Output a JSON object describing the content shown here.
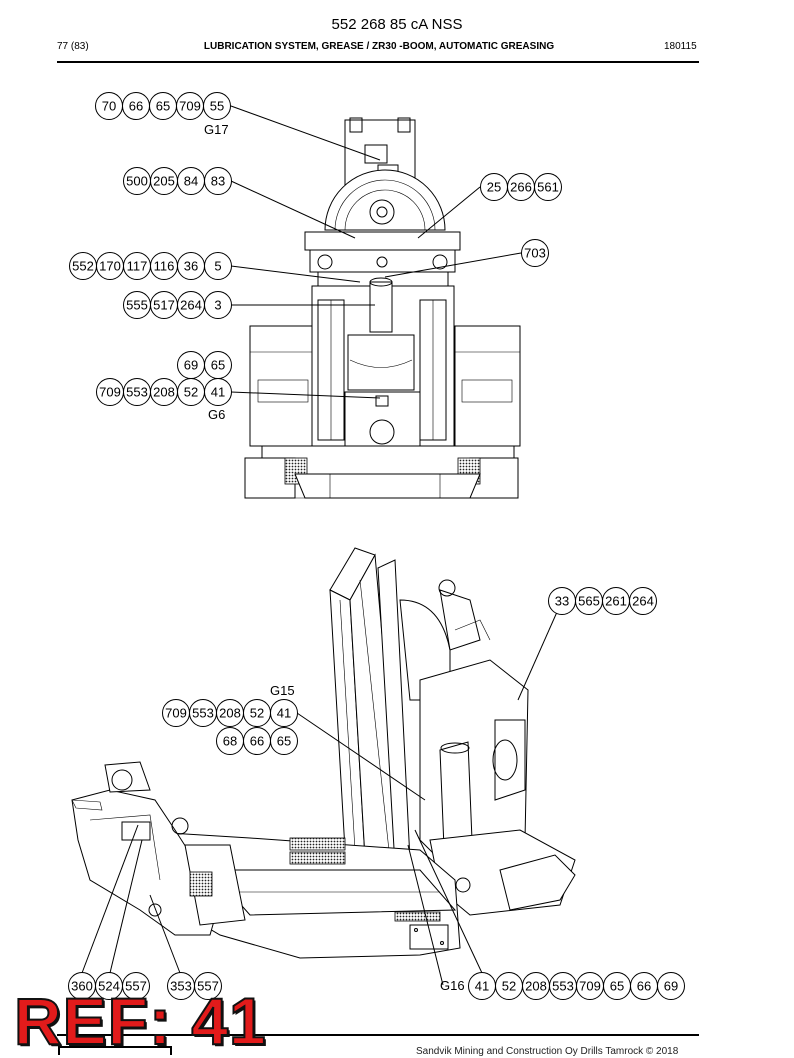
{
  "header": {
    "doc_title": "552 268 85 cA NSS",
    "page": "77 (83)",
    "section": "LUBRICATION SYSTEM, GREASE / ZR30 -BOOM, AUTOMATIC GREASING",
    "date": "180115"
  },
  "ref_mark": "REF: 41",
  "footer": {
    "copyright": "Sandvik Mining and Construction Oy Drills Tamrock © 2018"
  },
  "callouts": {
    "g17": [
      "70",
      "66",
      "65",
      "709",
      "55"
    ],
    "g17_label": "G17",
    "grp_83": [
      "500",
      "205",
      "84",
      "83"
    ],
    "grp_561": [
      "25",
      "266",
      "561"
    ],
    "grp_703": [
      "703"
    ],
    "grp_5": [
      "552",
      "170",
      "117",
      "116",
      "36",
      "5"
    ],
    "grp_3": [
      "555",
      "517",
      "264",
      "3"
    ],
    "grp_65": [
      "69",
      "65"
    ],
    "g6": [
      "709",
      "553",
      "208",
      "52",
      "41"
    ],
    "g6_label": "G6",
    "grp_264": [
      "33",
      "565",
      "261",
      "264"
    ],
    "g15_label": "G15",
    "g15": [
      "709",
      "553",
      "208",
      "52",
      "41"
    ],
    "grp_68": [
      "68",
      "66",
      "65"
    ],
    "grp_557a": [
      "360",
      "524",
      "557"
    ],
    "grp_557b": [
      "353",
      "557"
    ],
    "g16_label": "G16",
    "g16": [
      "41",
      "52",
      "208",
      "553",
      "709",
      "65",
      "66",
      "69"
    ]
  },
  "icons": {
    "top_drawing": "rear-view-boom-drawing-icon",
    "bottom_drawing": "isometric-boom-drawing-icon"
  }
}
